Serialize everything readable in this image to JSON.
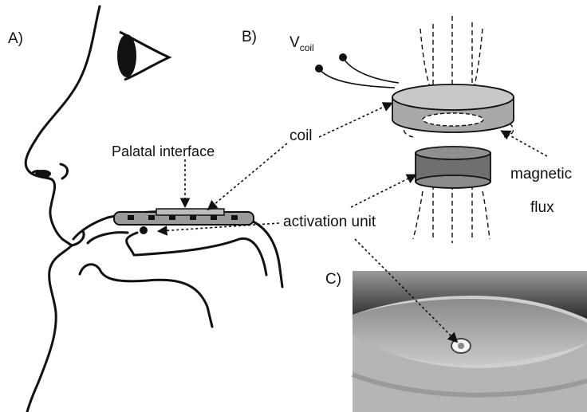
{
  "panels": {
    "a": "A)",
    "b": "B)",
    "c": "C)"
  },
  "labels": {
    "palatal_interface": "Palatal interface",
    "coil": "coil",
    "activation_unit": "activation unit",
    "v_main": "V",
    "v_sub": "coil",
    "magnetic": "magnetic",
    "flux": "flux"
  },
  "colors": {
    "line": "#111111",
    "coil_top": "#c8c8c8",
    "coil_side": "#a9a9a9",
    "magnet": "#6f6f6f",
    "interface_fill": "#9a9a9a"
  }
}
